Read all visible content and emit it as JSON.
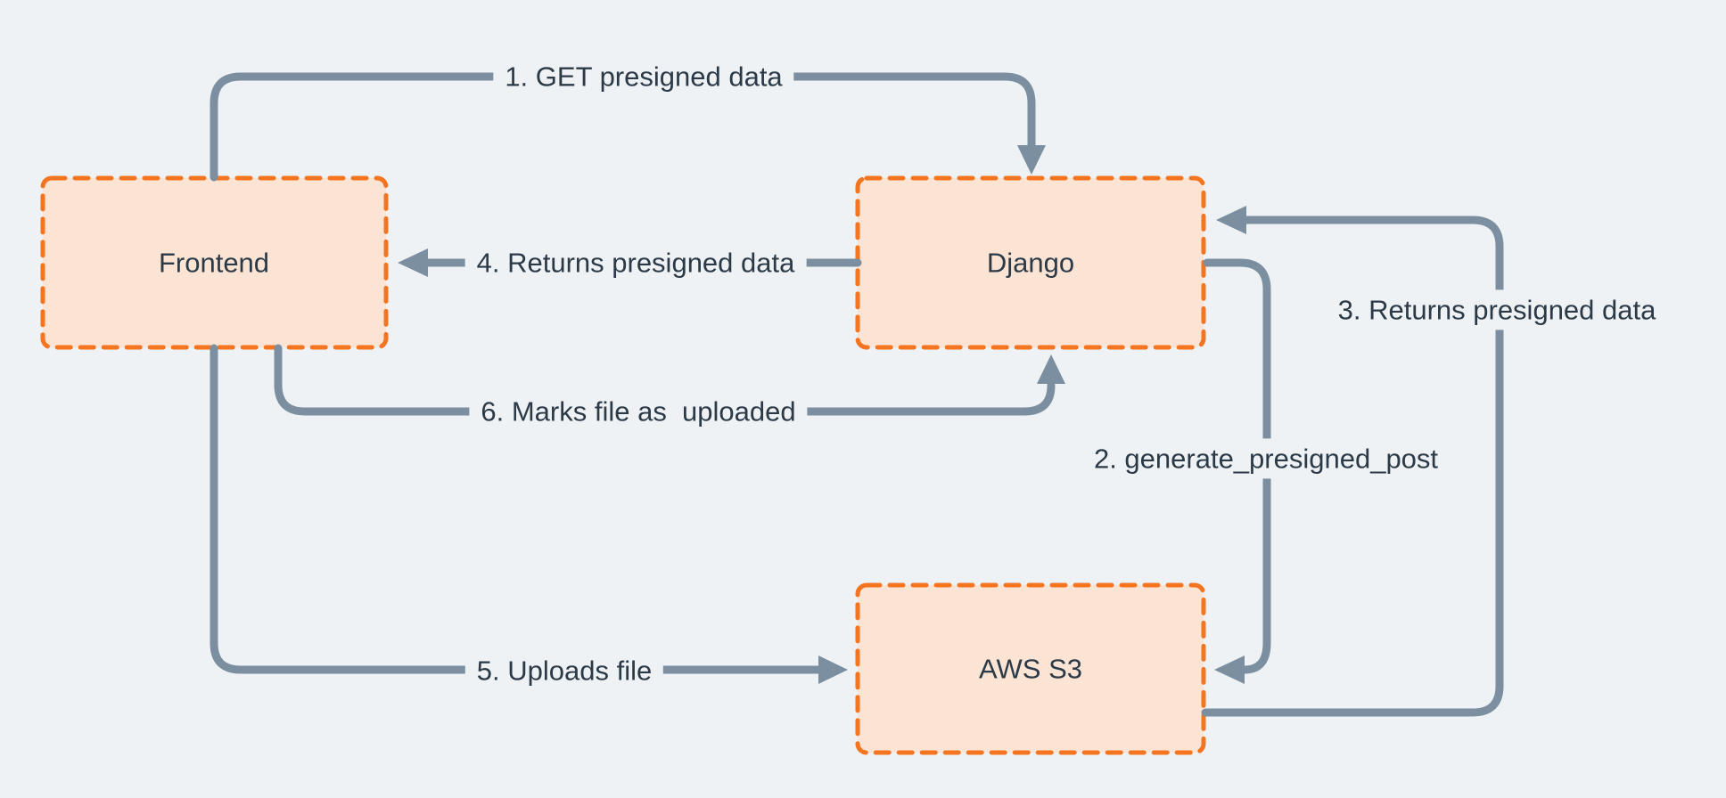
{
  "diagram": {
    "description": "Presigned upload flow between Frontend, Django and AWS S3",
    "colors": {
      "background": "#eef2f5",
      "node_fill": "#fce4d4",
      "node_border": "#f4741f",
      "arrow": "#7b8fa0",
      "label_text": "#2c3a47"
    }
  },
  "nodes": [
    {
      "id": "frontend",
      "label": "Frontend"
    },
    {
      "id": "django",
      "label": "Django"
    },
    {
      "id": "aws-s3",
      "label": "AWS S3"
    }
  ],
  "edges": [
    {
      "id": "1",
      "label": "1. GET presigned data",
      "from": "frontend",
      "to": "django"
    },
    {
      "id": "2",
      "label": "2. generate_presigned_post",
      "from": "django",
      "to": "aws-s3"
    },
    {
      "id": "3",
      "label": "3. Returns presigned data",
      "from": "aws-s3",
      "to": "django"
    },
    {
      "id": "4",
      "label": "4. Returns presigned data",
      "from": "django",
      "to": "frontend"
    },
    {
      "id": "5",
      "label": "5. Uploads file",
      "from": "frontend",
      "to": "aws-s3"
    },
    {
      "id": "6",
      "label": "6. Marks file as  uploaded",
      "from": "frontend",
      "to": "django"
    }
  ]
}
